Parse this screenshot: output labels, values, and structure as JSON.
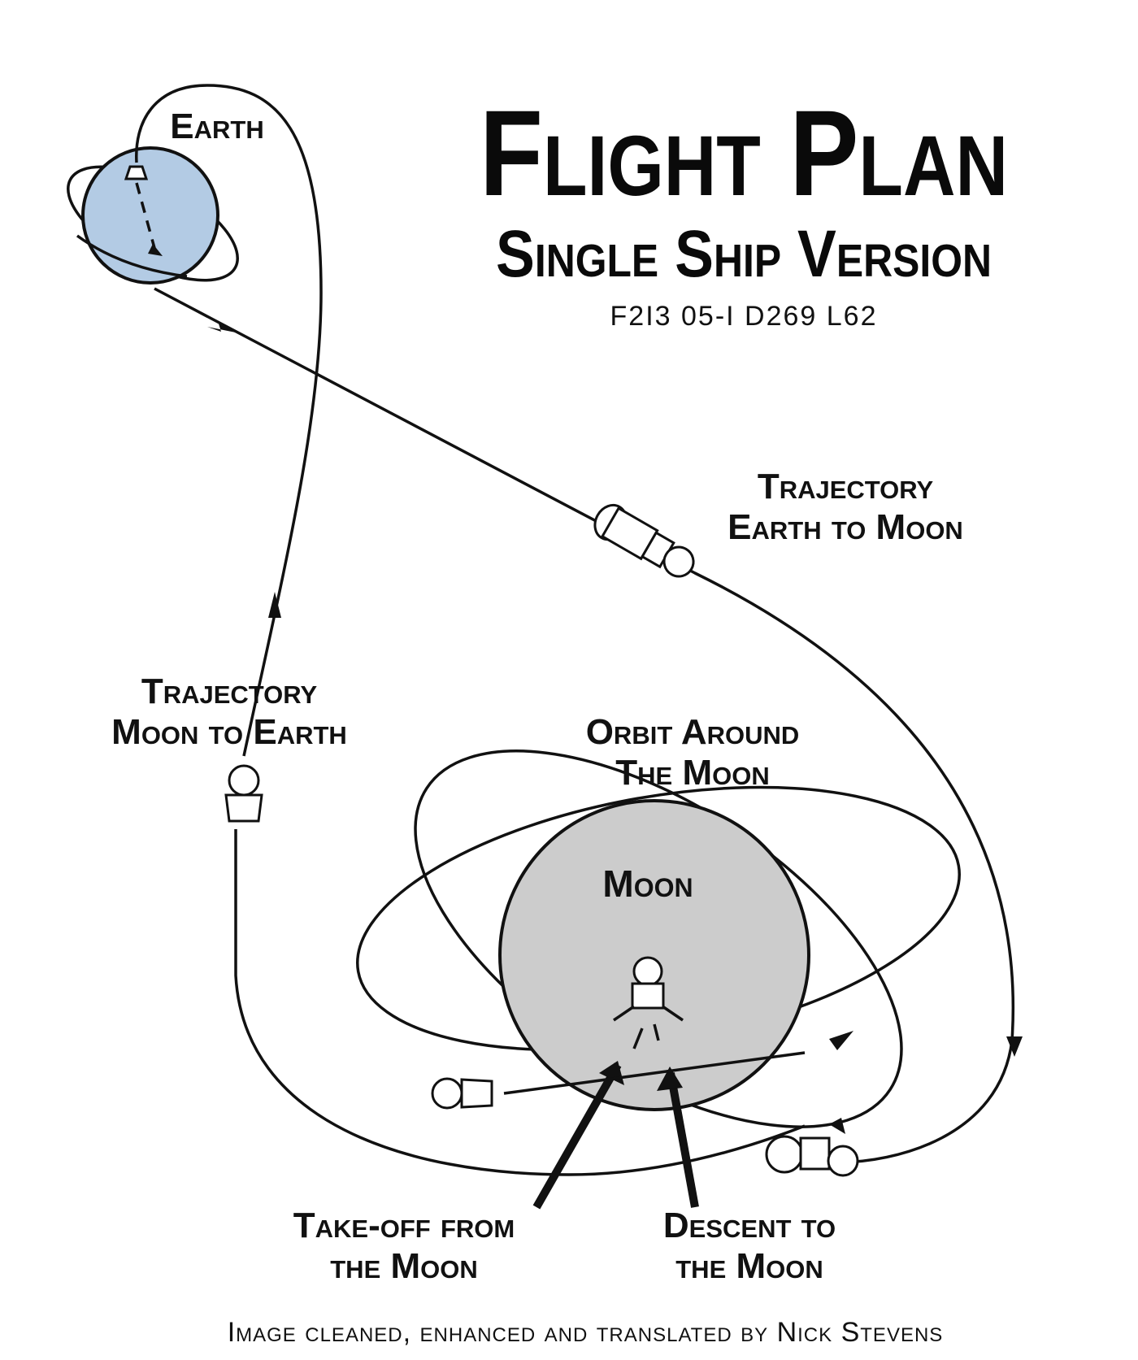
{
  "title": "Flight Plan",
  "subtitle": "Single Ship Version",
  "code": "F2I3 05-I D269 L62",
  "labels": {
    "earth": "Earth",
    "moon": "Moon",
    "traj_earth_moon_1": "Trajectory",
    "traj_earth_moon_2": "Earth to Moon",
    "traj_moon_earth_1": "Trajectory",
    "traj_moon_earth_2": "Moon to Earth",
    "orbit_1": "Orbit Around",
    "orbit_2": "The Moon",
    "takeoff_1": "Take-off from",
    "takeoff_2": "the Moon",
    "descent_1": "Descent to",
    "descent_2": "the Moon"
  },
  "credit": "Image cleaned, enhanced and translated by Nick Stevens",
  "colors": {
    "earth": "#b3cbe4",
    "moon": "#cccccc",
    "ink": "#111111"
  }
}
